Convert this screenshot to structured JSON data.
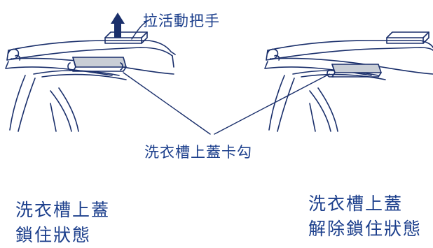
{
  "labels": {
    "pull_handle": "拉活動把手",
    "lid_hook": "洗衣槽上蓋卡勾"
  },
  "states": {
    "locked": {
      "line1": "洗衣槽上蓋",
      "line2": "鎖住狀態"
    },
    "unlocked": {
      "line1": "洗衣槽上蓋",
      "line2": "解除鎖住狀態"
    }
  },
  "colors": {
    "line": "#1a2f6b",
    "text": "#1c3f8c",
    "hook_fill": "#c9ced6",
    "arrow": "#1a2f6b"
  },
  "icons": [
    "up-arrow-icon"
  ]
}
